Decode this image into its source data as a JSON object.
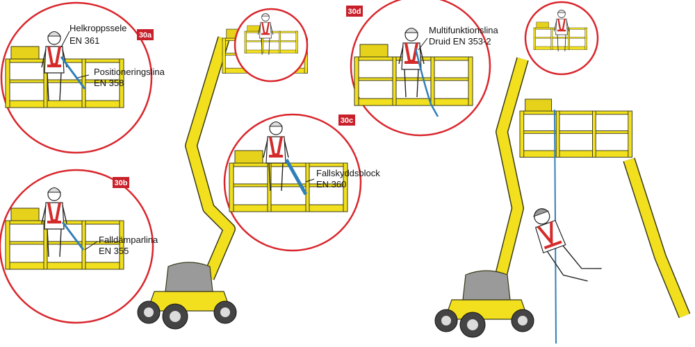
{
  "tags": {
    "a": "30a",
    "b": "30b",
    "c": "30c",
    "d": "30d"
  },
  "labels": {
    "harness_name": "Helkroppssele",
    "harness_std": "EN 361",
    "positioning_name": "Positioneringslina",
    "positioning_std": "EN 358",
    "absorber_name": "Falldämparlina",
    "absorber_std": "EN 355",
    "block_name": "Fallskyddsblock",
    "block_std": "EN 360",
    "multi_name": "Multifunktionslina",
    "multi_std": "Druid EN 353-2"
  },
  "colors": {
    "lift_yellow": "#f2e01e",
    "lift_outline": "#3a3a1a",
    "circle_red": "#d9262c",
    "tag_red": "#c8202a",
    "harness_red": "#d42a2a",
    "lanyard_blue": "#2f7fb8",
    "engine_grey": "#9a9a9a"
  }
}
